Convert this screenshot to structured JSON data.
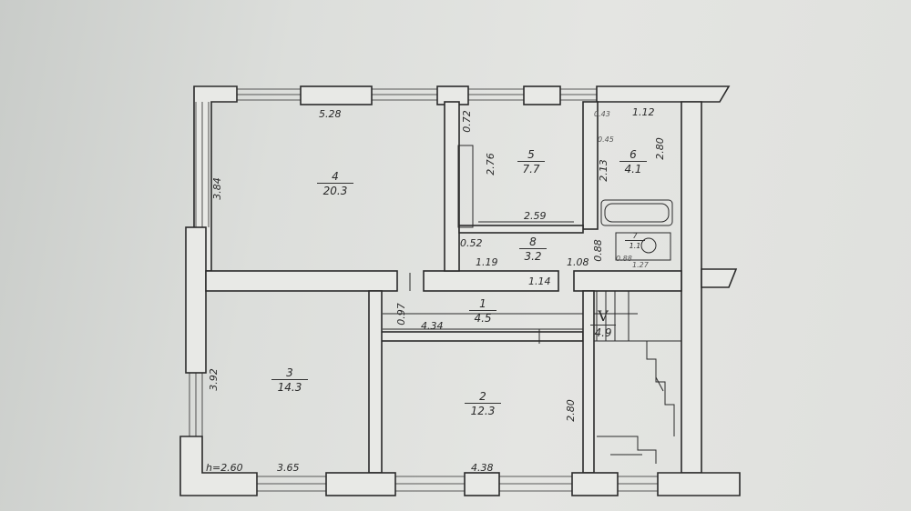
{
  "plan": {
    "rooms": [
      {
        "id": "4",
        "number": "4",
        "area": "20.3"
      },
      {
        "id": "5",
        "number": "5",
        "area": "7.7"
      },
      {
        "id": "6",
        "number": "6",
        "area": "4.1"
      },
      {
        "id": "7",
        "number": "7",
        "area": "1.1"
      },
      {
        "id": "8",
        "number": "8",
        "area": "3.2"
      },
      {
        "id": "1",
        "number": "1",
        "area": "4.5"
      },
      {
        "id": "2",
        "number": "2",
        "area": "12.3"
      },
      {
        "id": "3",
        "number": "3",
        "area": "14.3"
      },
      {
        "id": "V",
        "number": "V",
        "area": "4.9"
      }
    ],
    "dims": {
      "d528": "5.28",
      "d384": "3.84",
      "d072": "0.72",
      "d276": "2.76",
      "d259": "2.59",
      "d043": "0.43",
      "d112": "1.12",
      "d045": "0.45",
      "d213": "2.13",
      "d280a": "2.80",
      "d052": "0.52",
      "d119": "1.19",
      "d108": "1.08",
      "d088": "0.88",
      "d114": "1.14",
      "d097": "0.97",
      "d434": "4.34",
      "d392": "3.92",
      "d280b": "2.80",
      "d365": "3.65",
      "d438": "4.38",
      "h260": "h=2.60",
      "d088b": "0.88",
      "d127": "1.27"
    }
  }
}
